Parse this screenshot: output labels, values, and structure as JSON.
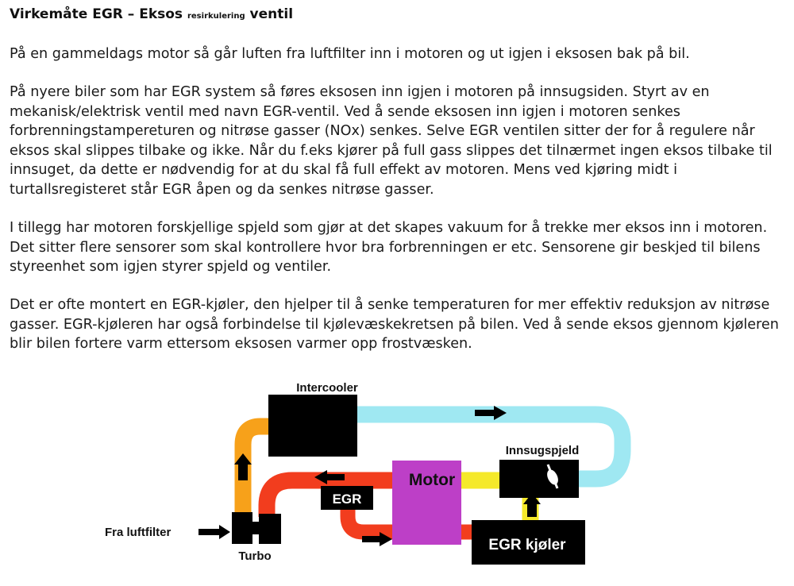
{
  "title": {
    "part1": "Virkemåte EGR – Eksos ",
    "small": "resirkulering",
    "part2": " ventil"
  },
  "paragraphs": [
    "På en gammeldags motor så går luften fra luftfilter inn i motoren og ut igjen i eksosen bak på bil.",
    "På nyere biler som har EGR system så føres eksosen inn igjen i motoren på innsugsiden. Styrt av en mekanisk/elektrisk ventil med navn EGR-ventil. Ved å sende eksosen inn igjen i motoren senkes forbrenningstampereturen og nitrøse gasser (NOx) senkes.  Selve EGR ventilen sitter der for å regulere når eksos skal slippes tilbake og ikke. Når du f.eks kjører på full gass slippes det tilnærmet ingen eksos tilbake til innsuget, da dette er nødvendig for at du skal få full effekt av motoren.  Mens  ved kjøring midt i turtallsregisteret står EGR åpen og da senkes nitrøse gasser.",
    "I tillegg har motoren forskjellige spjeld som gjør at det skapes vakuum for å trekke mer eksos inn i motoren. Det sitter flere sensorer som skal kontrollere hvor bra forbrenningen er etc. Sensorene gir beskjed til bilens styreenhet som igjen styrer spjeld og ventiler.",
    "Det er ofte montert en EGR-kjøler, den hjelper til å senke temperaturen for mer effektiv reduksjon av nitrøse gasser. EGR-kjøleren har også forbindelse til kjølevæskekretsen på bilen. Ved å sende eksos gjennom kjøleren blir bilen fortere varm ettersom eksosen varmer opp frostvæsken."
  ],
  "diagram": {
    "labels": {
      "intercooler": "Intercooler",
      "innsugspjeld": "Innsugspjeld",
      "motor": "Motor",
      "egr": "EGR",
      "egr_kjoler": "EGR kjøler",
      "fra_luftfilter": "Fra luftfilter",
      "turbo": "Turbo"
    },
    "colors": {
      "orange_pipe": "#f7a11a",
      "cyan_pipe": "#9fe8f2",
      "red_pipe": "#f23d1e",
      "yellow_pipe": "#f5e92a",
      "motor": "#bd3fc7",
      "component": "#000000"
    }
  }
}
